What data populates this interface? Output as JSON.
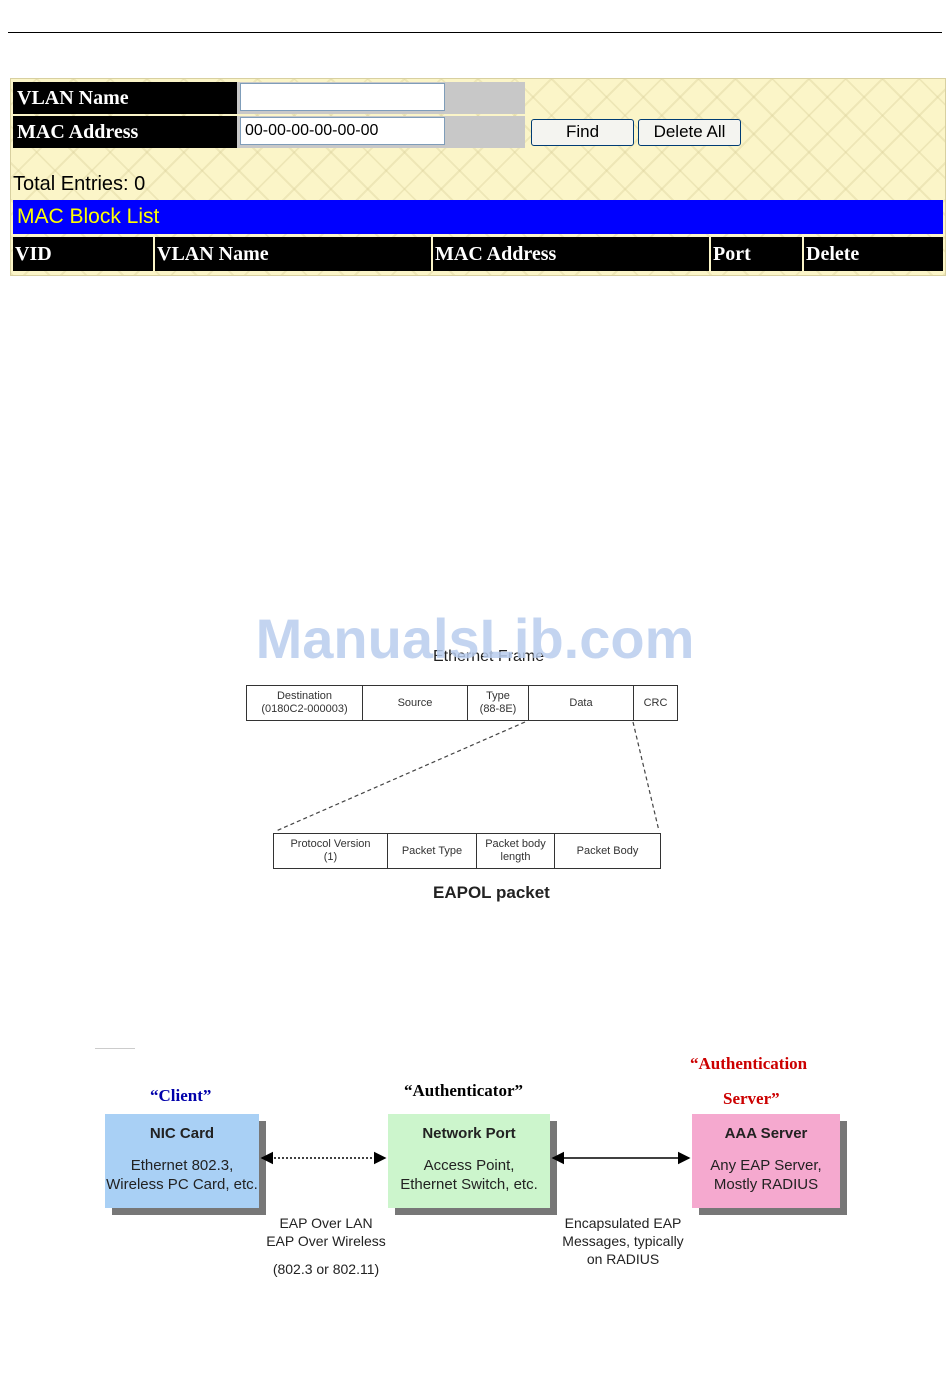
{
  "mac_block": {
    "vlan_name_label": "VLAN Name",
    "vlan_name_value": "",
    "mac_address_label": "MAC Address",
    "mac_address_value": "00-00-00-00-00-00",
    "find_button": "Find",
    "delete_all_button": "Delete All",
    "total_entries": "Total Entries: 0",
    "list_title": "MAC Block List",
    "columns": [
      "VID",
      "VLAN Name",
      "MAC Address",
      "Port",
      "Delete"
    ]
  },
  "watermark": "ManualsLib.com",
  "ethernet_frame": {
    "title": "Ethernet Frame",
    "fields": [
      {
        "line1": "Destination",
        "line2": "(0180C2-000003)"
      },
      {
        "line1": "Source",
        "line2": ""
      },
      {
        "line1": "Type",
        "line2": "(88-8E)"
      },
      {
        "line1": "Data",
        "line2": ""
      },
      {
        "line1": "CRC",
        "line2": ""
      }
    ],
    "eapol_fields": [
      {
        "line1": "Protocol Version",
        "line2": "(1)"
      },
      {
        "line1": "Packet Type",
        "line2": ""
      },
      {
        "line1": "Packet body",
        "line2": "length"
      },
      {
        "line1": "Packet Body",
        "line2": ""
      }
    ],
    "eapol_label": "EAPOL packet"
  },
  "roles": {
    "client": {
      "role": "“Client”",
      "title": "NIC Card",
      "line1": "Ethernet 802.3,",
      "line2": "Wireless PC Card, etc.",
      "color": "#a9d0f5",
      "role_color": "#0000aa"
    },
    "authenticator": {
      "role": "“Authenticator”",
      "title": "Network Port",
      "line1": "Access Point,",
      "line2": "Ethernet Switch, etc.",
      "color": "#ccf5cc",
      "role_color": "#000000"
    },
    "server": {
      "role_line1": "“Authentication",
      "role_line2": "Server”",
      "title": "AAA Server",
      "line1": "Any EAP Server,",
      "line2": "Mostly RADIUS",
      "color": "#f5a9cf",
      "role_color": "#cc0000"
    }
  },
  "links": {
    "left_line1": "EAP Over LAN",
    "left_line2": "EAP Over Wireless",
    "left_line3": "(802.3 or 802.11)",
    "right_line1": "Encapsulated EAP",
    "right_line2": "Messages, typically",
    "right_line3": "on RADIUS"
  }
}
